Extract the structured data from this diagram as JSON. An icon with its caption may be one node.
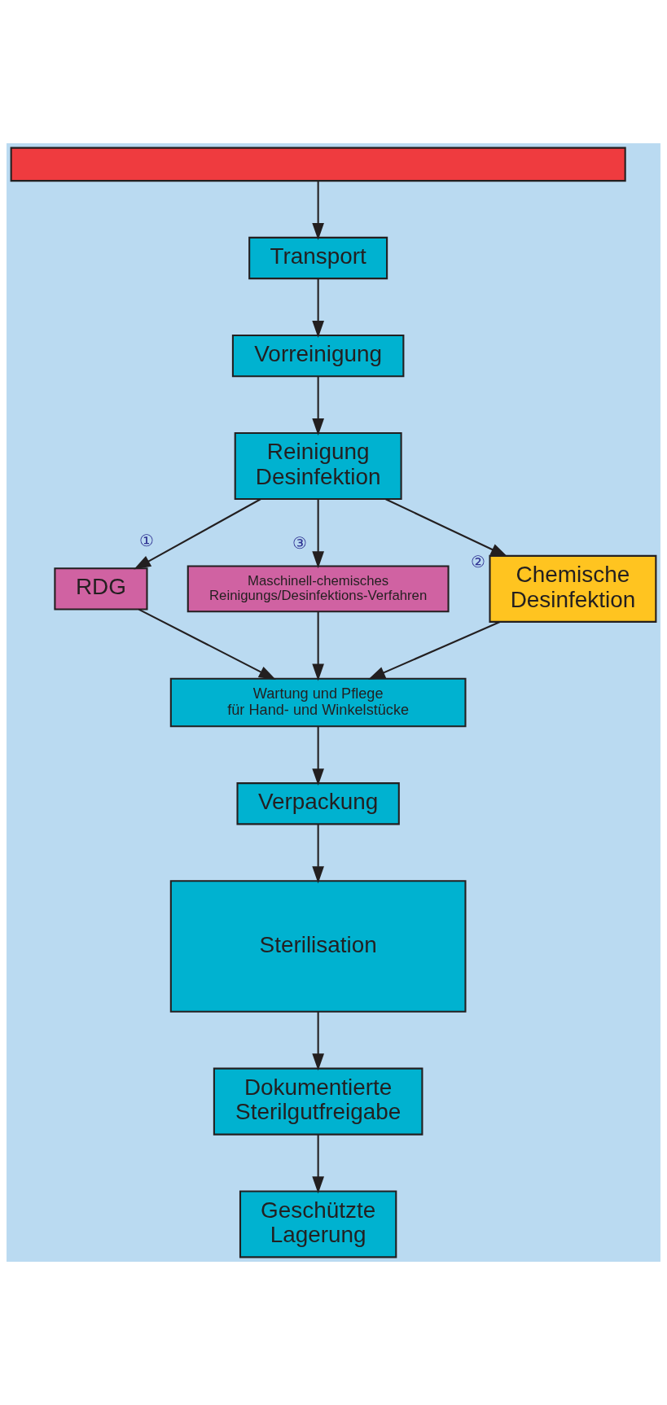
{
  "diagram": {
    "nodes": [
      {
        "text": [],
        "shape": "box"
      },
      {
        "text": [
          "Transport"
        ]
      },
      {
        "text": [
          "Vorreinigung"
        ]
      },
      {
        "text": [
          "Reinigung Desinfektion"
        ]
      },
      {
        "text": [
          "RDG"
        ]
      },
      {
        "text": [
          "Maschinell-chemisches Reinigungs/Desinfektions-Verfahren"
        ]
      },
      {
        "text": [
          "Chemische Desinfektion"
        ]
      },
      {
        "text": [
          "Wartung und Pflege",
          "für Hand- und Winkelstücke"
        ]
      },
      {
        "text": [
          "Verpackung"
        ]
      },
      {
        "text": [
          "Sterilisation"
        ]
      },
      {
        "text": [
          "Dokumentierte Sterilgutfreigabe"
        ]
      },
      {
        "text": [
          "Geschützte Lagerung"
        ]
      }
    ],
    "edges": [
      {
        "from": 0,
        "to": 1,
        "arrow": "to"
      },
      {
        "from": 1,
        "to": 2,
        "arrow": "to"
      },
      {
        "from": 2,
        "to": 3,
        "arrow": "to"
      },
      {
        "from": 3,
        "to": 4,
        "arrow": "to",
        "label": "①"
      },
      {
        "from": 3,
        "to": 5,
        "arrow": "to",
        "label": "③"
      },
      {
        "from": 3,
        "to": 6,
        "arrow": "to",
        "label": "②"
      },
      {
        "from": 4,
        "to": 7,
        "arrow": "to"
      },
      {
        "from": 5,
        "to": 7,
        "arrow": "to"
      },
      {
        "from": 6,
        "to": 7,
        "arrow": "to"
      },
      {
        "from": 7,
        "to": 8,
        "arrow": "to"
      },
      {
        "from": 8,
        "to": 9,
        "arrow": "to"
      },
      {
        "from": 9,
        "to": 10,
        "arrow": "to"
      },
      {
        "from": 10,
        "to": 11,
        "arrow": "to"
      }
    ]
  }
}
